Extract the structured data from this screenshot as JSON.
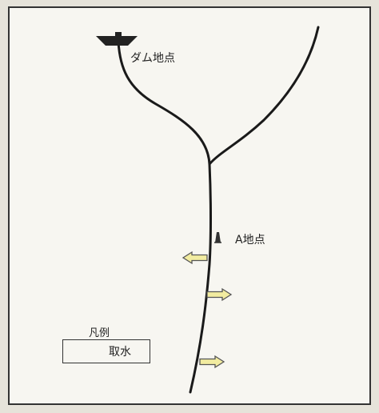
{
  "labels": {
    "dam": "ダム地点",
    "point_a": "A地点"
  },
  "legend": {
    "title": "凡例",
    "item_label": "取水",
    "item_icon": "water-intake-arrow-icon"
  },
  "colors": {
    "river": "#1a1a1a",
    "arrow_fill": "#f2eca0",
    "arrow_stroke": "#555555",
    "frame_border": "#333333",
    "background": "#f7f6f1"
  },
  "intakes": [
    {
      "direction": "left"
    },
    {
      "direction": "right"
    },
    {
      "direction": "right"
    }
  ]
}
